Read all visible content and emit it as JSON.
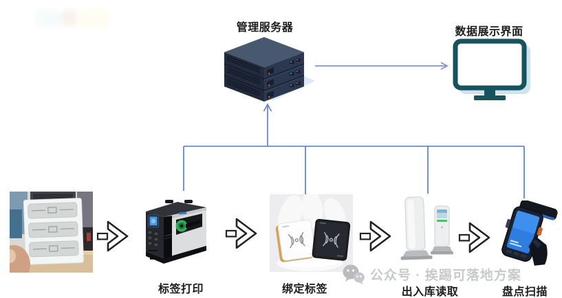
{
  "diagram": {
    "server": {
      "label": "管理服务器",
      "icon": "server-stack-icon"
    },
    "display": {
      "label": "数据展示界面",
      "icon": "monitor-icon"
    },
    "flow": [
      {
        "id": "rfid-inlay-labels",
        "caption": "",
        "icon": "rfid-labels-photo"
      },
      {
        "id": "label-printing",
        "caption": "标签打印",
        "icon": "label-printer-illustration"
      },
      {
        "id": "bind-labels",
        "caption": "绑定标签",
        "icon": "desktop-rfid-readers-photo"
      },
      {
        "id": "gate-reading",
        "caption": "出入库读取",
        "icon": "gate-readers-illustration"
      },
      {
        "id": "inventory-scan",
        "caption": "盘点扫描",
        "icon": "handheld-scanner-illustration"
      }
    ],
    "connectors": {
      "bus_color": "#4e79c9",
      "up_arrow_color": "#6b84d4",
      "display_arrow_color": "#8093d8",
      "flow_arrow_outline": "#222222"
    },
    "colors": {
      "monitor_teal": "#17535f",
      "monitor_shadow": "#cfe2ef",
      "server_top": "#47586f",
      "server_front": "#2c3850",
      "server_side": "#222b3c",
      "server_shadow": "#dde9f6",
      "printer_silver": "#dcdddf",
      "printer_ribbon_green": "#2fae59",
      "reader_gold_edge": "#d9a05a",
      "watermark_gray": "#c7cacb"
    }
  },
  "watermark": {
    "icon": "wechat-icon",
    "text": "公众号 · 挨踢可落地方案"
  }
}
